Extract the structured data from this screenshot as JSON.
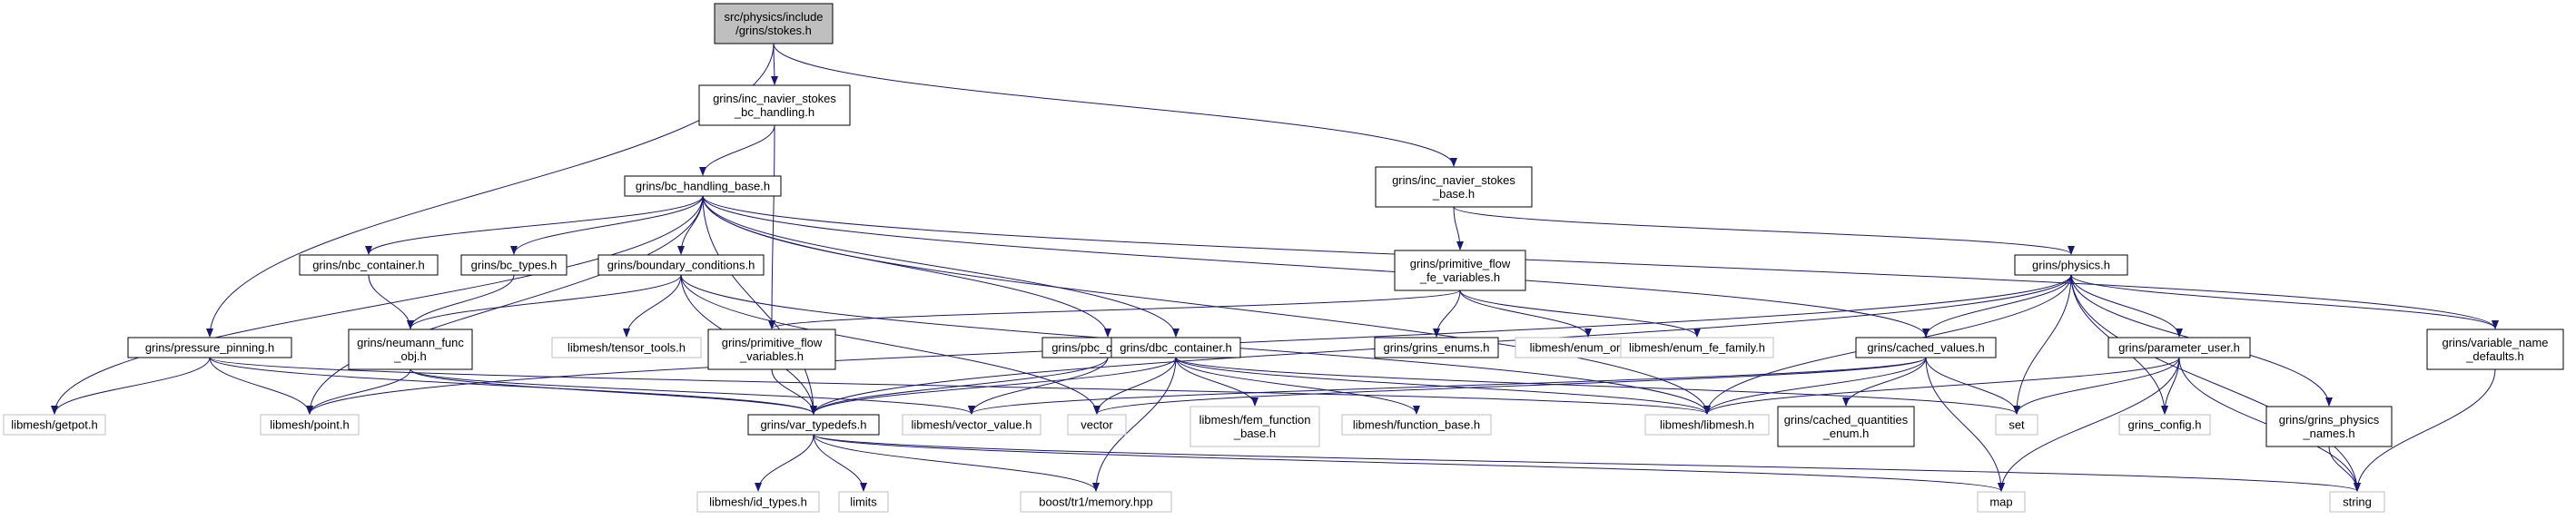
{
  "graph": {
    "nodes": [
      {
        "id": "stokes",
        "lines": [
          "src/physics/include",
          "/grins/stokes.h"
        ],
        "style": "root"
      },
      {
        "id": "incns_bc",
        "lines": [
          "grins/inc_navier_stokes",
          "_bc_handling.h"
        ],
        "style": "normal"
      },
      {
        "id": "bc_base",
        "lines": [
          "grins/bc_handling_base.h"
        ],
        "style": "normal"
      },
      {
        "id": "incns_base",
        "lines": [
          "grins/inc_navier_stokes",
          "_base.h"
        ],
        "style": "normal"
      },
      {
        "id": "nbc",
        "lines": [
          "grins/nbc_container.h"
        ],
        "style": "normal"
      },
      {
        "id": "bctypes",
        "lines": [
          "grins/bc_types.h"
        ],
        "style": "normal"
      },
      {
        "id": "boundary",
        "lines": [
          "grins/boundary_conditions.h"
        ],
        "style": "normal"
      },
      {
        "id": "pflow",
        "lines": [
          "grins/primitive_flow",
          "_fe_variables.h"
        ],
        "style": "normal"
      },
      {
        "id": "physics",
        "lines": [
          "grins/physics.h"
        ],
        "style": "normal"
      },
      {
        "id": "pressure",
        "lines": [
          "grins/pressure_pinning.h"
        ],
        "style": "normal"
      },
      {
        "id": "neumann",
        "lines": [
          "grins/neumann_func",
          "_obj.h"
        ],
        "style": "normal"
      },
      {
        "id": "tensor",
        "lines": [
          "libmesh/tensor_tools.h"
        ],
        "style": "ext"
      },
      {
        "id": "pflow2",
        "lines": [
          "grins/primitive_flow",
          "_variables.h"
        ],
        "style": "normal"
      },
      {
        "id": "pbc",
        "lines": [
          "grins/pbc_container.h"
        ],
        "style": "normal"
      },
      {
        "id": "dbc",
        "lines": [
          "grins/dbc_container.h"
        ],
        "style": "normal"
      },
      {
        "id": "enums",
        "lines": [
          "grins/grins_enums.h"
        ],
        "style": "normal"
      },
      {
        "id": "enumorder",
        "lines": [
          "libmesh/enum_order.h"
        ],
        "style": "ext"
      },
      {
        "id": "enumfe",
        "lines": [
          "libmesh/enum_fe_family.h"
        ],
        "style": "ext"
      },
      {
        "id": "cached",
        "lines": [
          "grins/cached_values.h"
        ],
        "style": "normal"
      },
      {
        "id": "param",
        "lines": [
          "grins/parameter_user.h"
        ],
        "style": "normal"
      },
      {
        "id": "varname",
        "lines": [
          "grins/variable_name",
          "_defaults.h"
        ],
        "style": "normal"
      },
      {
        "id": "getpot",
        "lines": [
          "libmesh/getpot.h"
        ],
        "style": "ext"
      },
      {
        "id": "point",
        "lines": [
          "libmesh/point.h"
        ],
        "style": "ext"
      },
      {
        "id": "vartypedefs",
        "lines": [
          "grins/var_typedefs.h"
        ],
        "style": "normal"
      },
      {
        "id": "vecval",
        "lines": [
          "libmesh/vector_value.h"
        ],
        "style": "ext"
      },
      {
        "id": "vector",
        "lines": [
          "vector"
        ],
        "style": "ext"
      },
      {
        "id": "femfunc",
        "lines": [
          "libmesh/fem_function",
          "_base.h"
        ],
        "style": "ext"
      },
      {
        "id": "funcbase",
        "lines": [
          "libmesh/function_base.h"
        ],
        "style": "ext"
      },
      {
        "id": "libmesh",
        "lines": [
          "libmesh/libmesh.h"
        ],
        "style": "ext"
      },
      {
        "id": "cachedq",
        "lines": [
          "grins/cached_quantities",
          "_enum.h"
        ],
        "style": "normal"
      },
      {
        "id": "set",
        "lines": [
          "set"
        ],
        "style": "ext"
      },
      {
        "id": "config",
        "lines": [
          "grins_config.h"
        ],
        "style": "ext"
      },
      {
        "id": "physnames",
        "lines": [
          "grins/grins_physics",
          "_names.h"
        ],
        "style": "normal"
      },
      {
        "id": "idtypes",
        "lines": [
          "libmesh/id_types.h"
        ],
        "style": "ext"
      },
      {
        "id": "limits",
        "lines": [
          "limits"
        ],
        "style": "ext"
      },
      {
        "id": "memory",
        "lines": [
          "boost/tr1/memory.hpp"
        ],
        "style": "ext"
      },
      {
        "id": "map",
        "lines": [
          "map"
        ],
        "style": "ext"
      },
      {
        "id": "string",
        "lines": [
          "string"
        ],
        "style": "ext"
      }
    ],
    "edges": [
      [
        "stokes",
        "incns_bc"
      ],
      [
        "stokes",
        "incns_base"
      ],
      [
        "stokes",
        "pressure"
      ],
      [
        "incns_bc",
        "bc_base"
      ],
      [
        "incns_bc",
        "pflow2"
      ],
      [
        "bc_base",
        "nbc"
      ],
      [
        "bc_base",
        "bctypes"
      ],
      [
        "bc_base",
        "boundary"
      ],
      [
        "bc_base",
        "pbc"
      ],
      [
        "bc_base",
        "dbc"
      ],
      [
        "bc_base",
        "cached"
      ],
      [
        "bc_base",
        "varname"
      ],
      [
        "bc_base",
        "getpot"
      ],
      [
        "bc_base",
        "point"
      ],
      [
        "bc_base",
        "vartypedefs"
      ],
      [
        "bc_base",
        "libmesh"
      ],
      [
        "incns_base",
        "pflow"
      ],
      [
        "incns_base",
        "physics"
      ],
      [
        "nbc",
        "neumann"
      ],
      [
        "bctypes",
        "neumann"
      ],
      [
        "boundary",
        "neumann"
      ],
      [
        "boundary",
        "tensor"
      ],
      [
        "boundary",
        "vartypedefs"
      ],
      [
        "boundary",
        "libmesh"
      ],
      [
        "boundary",
        "vector"
      ],
      [
        "pflow",
        "pflow2"
      ],
      [
        "pflow",
        "enums"
      ],
      [
        "pflow",
        "enumorder"
      ],
      [
        "pflow",
        "enumfe"
      ],
      [
        "physics",
        "cached"
      ],
      [
        "physics",
        "param"
      ],
      [
        "physics",
        "varname"
      ],
      [
        "physics",
        "point"
      ],
      [
        "physics",
        "vartypedefs"
      ],
      [
        "physics",
        "libmesh"
      ],
      [
        "physics",
        "set"
      ],
      [
        "physics",
        "config"
      ],
      [
        "physics",
        "physnames"
      ],
      [
        "physics",
        "string"
      ],
      [
        "pressure",
        "getpot"
      ],
      [
        "pressure",
        "point"
      ],
      [
        "pressure",
        "vartypedefs"
      ],
      [
        "pressure",
        "libmesh"
      ],
      [
        "neumann",
        "point"
      ],
      [
        "neumann",
        "vartypedefs"
      ],
      [
        "neumann",
        "vecval"
      ],
      [
        "pflow2",
        "vartypedefs"
      ],
      [
        "pbc",
        "vartypedefs"
      ],
      [
        "pbc",
        "vecval"
      ],
      [
        "dbc",
        "vartypedefs"
      ],
      [
        "dbc",
        "vector"
      ],
      [
        "dbc",
        "femfunc"
      ],
      [
        "dbc",
        "funcbase"
      ],
      [
        "dbc",
        "set"
      ],
      [
        "dbc",
        "memory"
      ],
      [
        "dbc",
        "libmesh"
      ],
      [
        "cached",
        "vecval"
      ],
      [
        "cached",
        "libmesh"
      ],
      [
        "cached",
        "cachedq"
      ],
      [
        "cached",
        "set"
      ],
      [
        "cached",
        "map"
      ],
      [
        "cached",
        "vector"
      ],
      [
        "param",
        "libmesh"
      ],
      [
        "param",
        "set"
      ],
      [
        "param",
        "config"
      ],
      [
        "param",
        "map"
      ],
      [
        "param",
        "string"
      ],
      [
        "varname",
        "string"
      ],
      [
        "physnames",
        "string"
      ],
      [
        "vartypedefs",
        "idtypes"
      ],
      [
        "vartypedefs",
        "limits"
      ],
      [
        "vartypedefs",
        "memory"
      ],
      [
        "vartypedefs",
        "map"
      ],
      [
        "vartypedefs",
        "string"
      ]
    ],
    "colors": {
      "edge": "#191970",
      "normal_border": "#000000",
      "ext_border": "#bfbfbf",
      "root_fill": "#bfbfbf",
      "fill": "#ffffff",
      "text": "#000000"
    }
  }
}
